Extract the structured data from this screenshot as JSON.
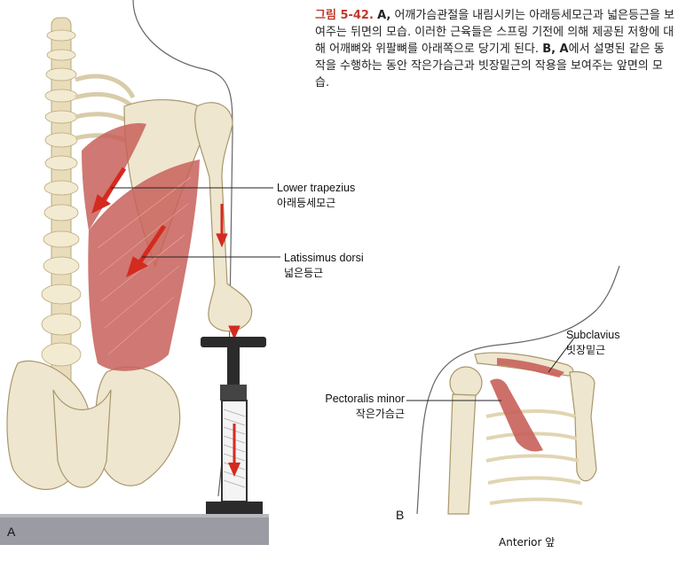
{
  "caption": {
    "figure_number": "그림 5-42.",
    "part_a": "A,",
    "text_a": "어깨가슴관절을 내림시키는 아래등세모근과 넓은등근을 보여주는 뒤면의 모습. 이러한 근육들은 스프링 기전에 의해 제공된 저항에 대해 어깨뼈와 위팔뼈를 아래쪽으로 당기게 된다.",
    "part_b": "B, A",
    "text_b": "에서 설명된 같은 동작을 수행하는 동안 작은가슴근과 빗장밑근의 작용을 보여주는 앞면의 모습."
  },
  "labels": {
    "lower_trapezius": {
      "en": "Lower trapezius",
      "ko": "아래등세모근"
    },
    "latissimus_dorsi": {
      "en": "Latissimus dorsi",
      "ko": "넓은등근"
    },
    "subclavius": {
      "en": "Subclavius",
      "ko": "빗장밑근"
    },
    "pectoralis_minor": {
      "en": "Pectoralis minor",
      "ko": "작은가슴근"
    }
  },
  "panels": {
    "a": "A",
    "b": "B",
    "b_view": "Anterior 앞"
  },
  "colors": {
    "muscle": "#c8605a",
    "bone": "#efe6cf",
    "arrow": "#d42a1f",
    "floor": "#9b9ba3",
    "device": "#2b2b2b"
  }
}
